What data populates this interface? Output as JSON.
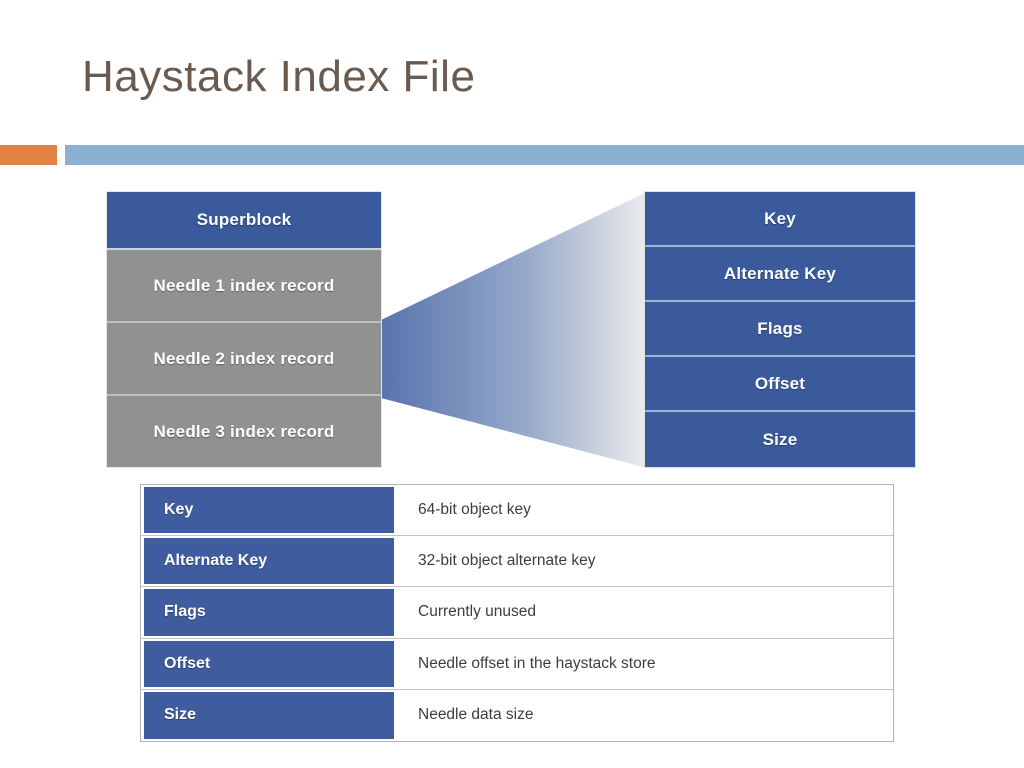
{
  "slide": {
    "title": "Haystack Index File",
    "title_color": "#6b5a4e",
    "background_color": "#ffffff"
  },
  "accent_rule": {
    "orange_color": "#df8244",
    "blue_color": "#8cb0d2"
  },
  "diagram": {
    "left_stack": {
      "header": "Superblock",
      "header_color": "#3a5a9b",
      "row_color": "#919191",
      "rows": [
        "Needle 1 index record",
        "Needle 2 index record",
        "Needle 3 index record"
      ]
    },
    "funnel": {
      "gradient_from": "#5874ae",
      "gradient_to": "#e9e9e9",
      "source_row_index": 1
    },
    "right_stack": {
      "color": "#3a5a9b",
      "rows": [
        "Key",
        "Alternate Key",
        "Flags",
        "Offset",
        "Size"
      ]
    }
  },
  "legend": {
    "label_color": "#3f5c9e",
    "rows": [
      {
        "field": "Key",
        "description": "64-bit object key"
      },
      {
        "field": "Alternate Key",
        "description": "32-bit object alternate key"
      },
      {
        "field": "Flags",
        "description": "Currently unused"
      },
      {
        "field": "Offset",
        "description": "Needle offset in the haystack store"
      },
      {
        "field": "Size",
        "description": "Needle data size"
      }
    ]
  }
}
